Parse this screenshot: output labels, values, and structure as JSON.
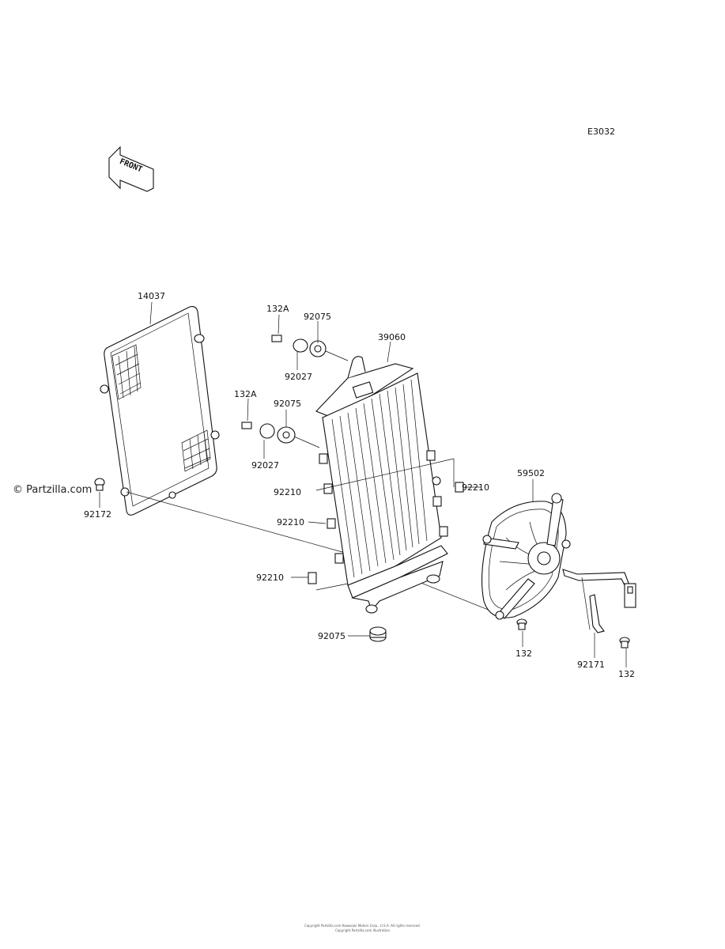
{
  "diagram_code": "E3032",
  "watermark": "© Partzilla.com",
  "front_label": "FRONT",
  "callouts": {
    "p14037": "14037",
    "p132a_top": "132A",
    "p92075_top": "92075",
    "p39060": "39060",
    "p92027_top": "92027",
    "p132a_mid": "132A",
    "p92075_mid": "92075",
    "p92027_mid": "92027",
    "p92210_a": "92210",
    "p92210_b": "92210",
    "p92210_c": "92210",
    "p92210_d": "92210",
    "p59502": "59502",
    "p92172": "92172",
    "p92075_bot": "92075",
    "p132_a": "132",
    "p92171": "92171",
    "p132_b": "132"
  },
  "footer": {
    "line1": "Copyright Partzilla.com Kawasaki Motors Corp., U.S.A. All rights reserved.",
    "line2": "Copyright Partzilla.com Illustration"
  }
}
